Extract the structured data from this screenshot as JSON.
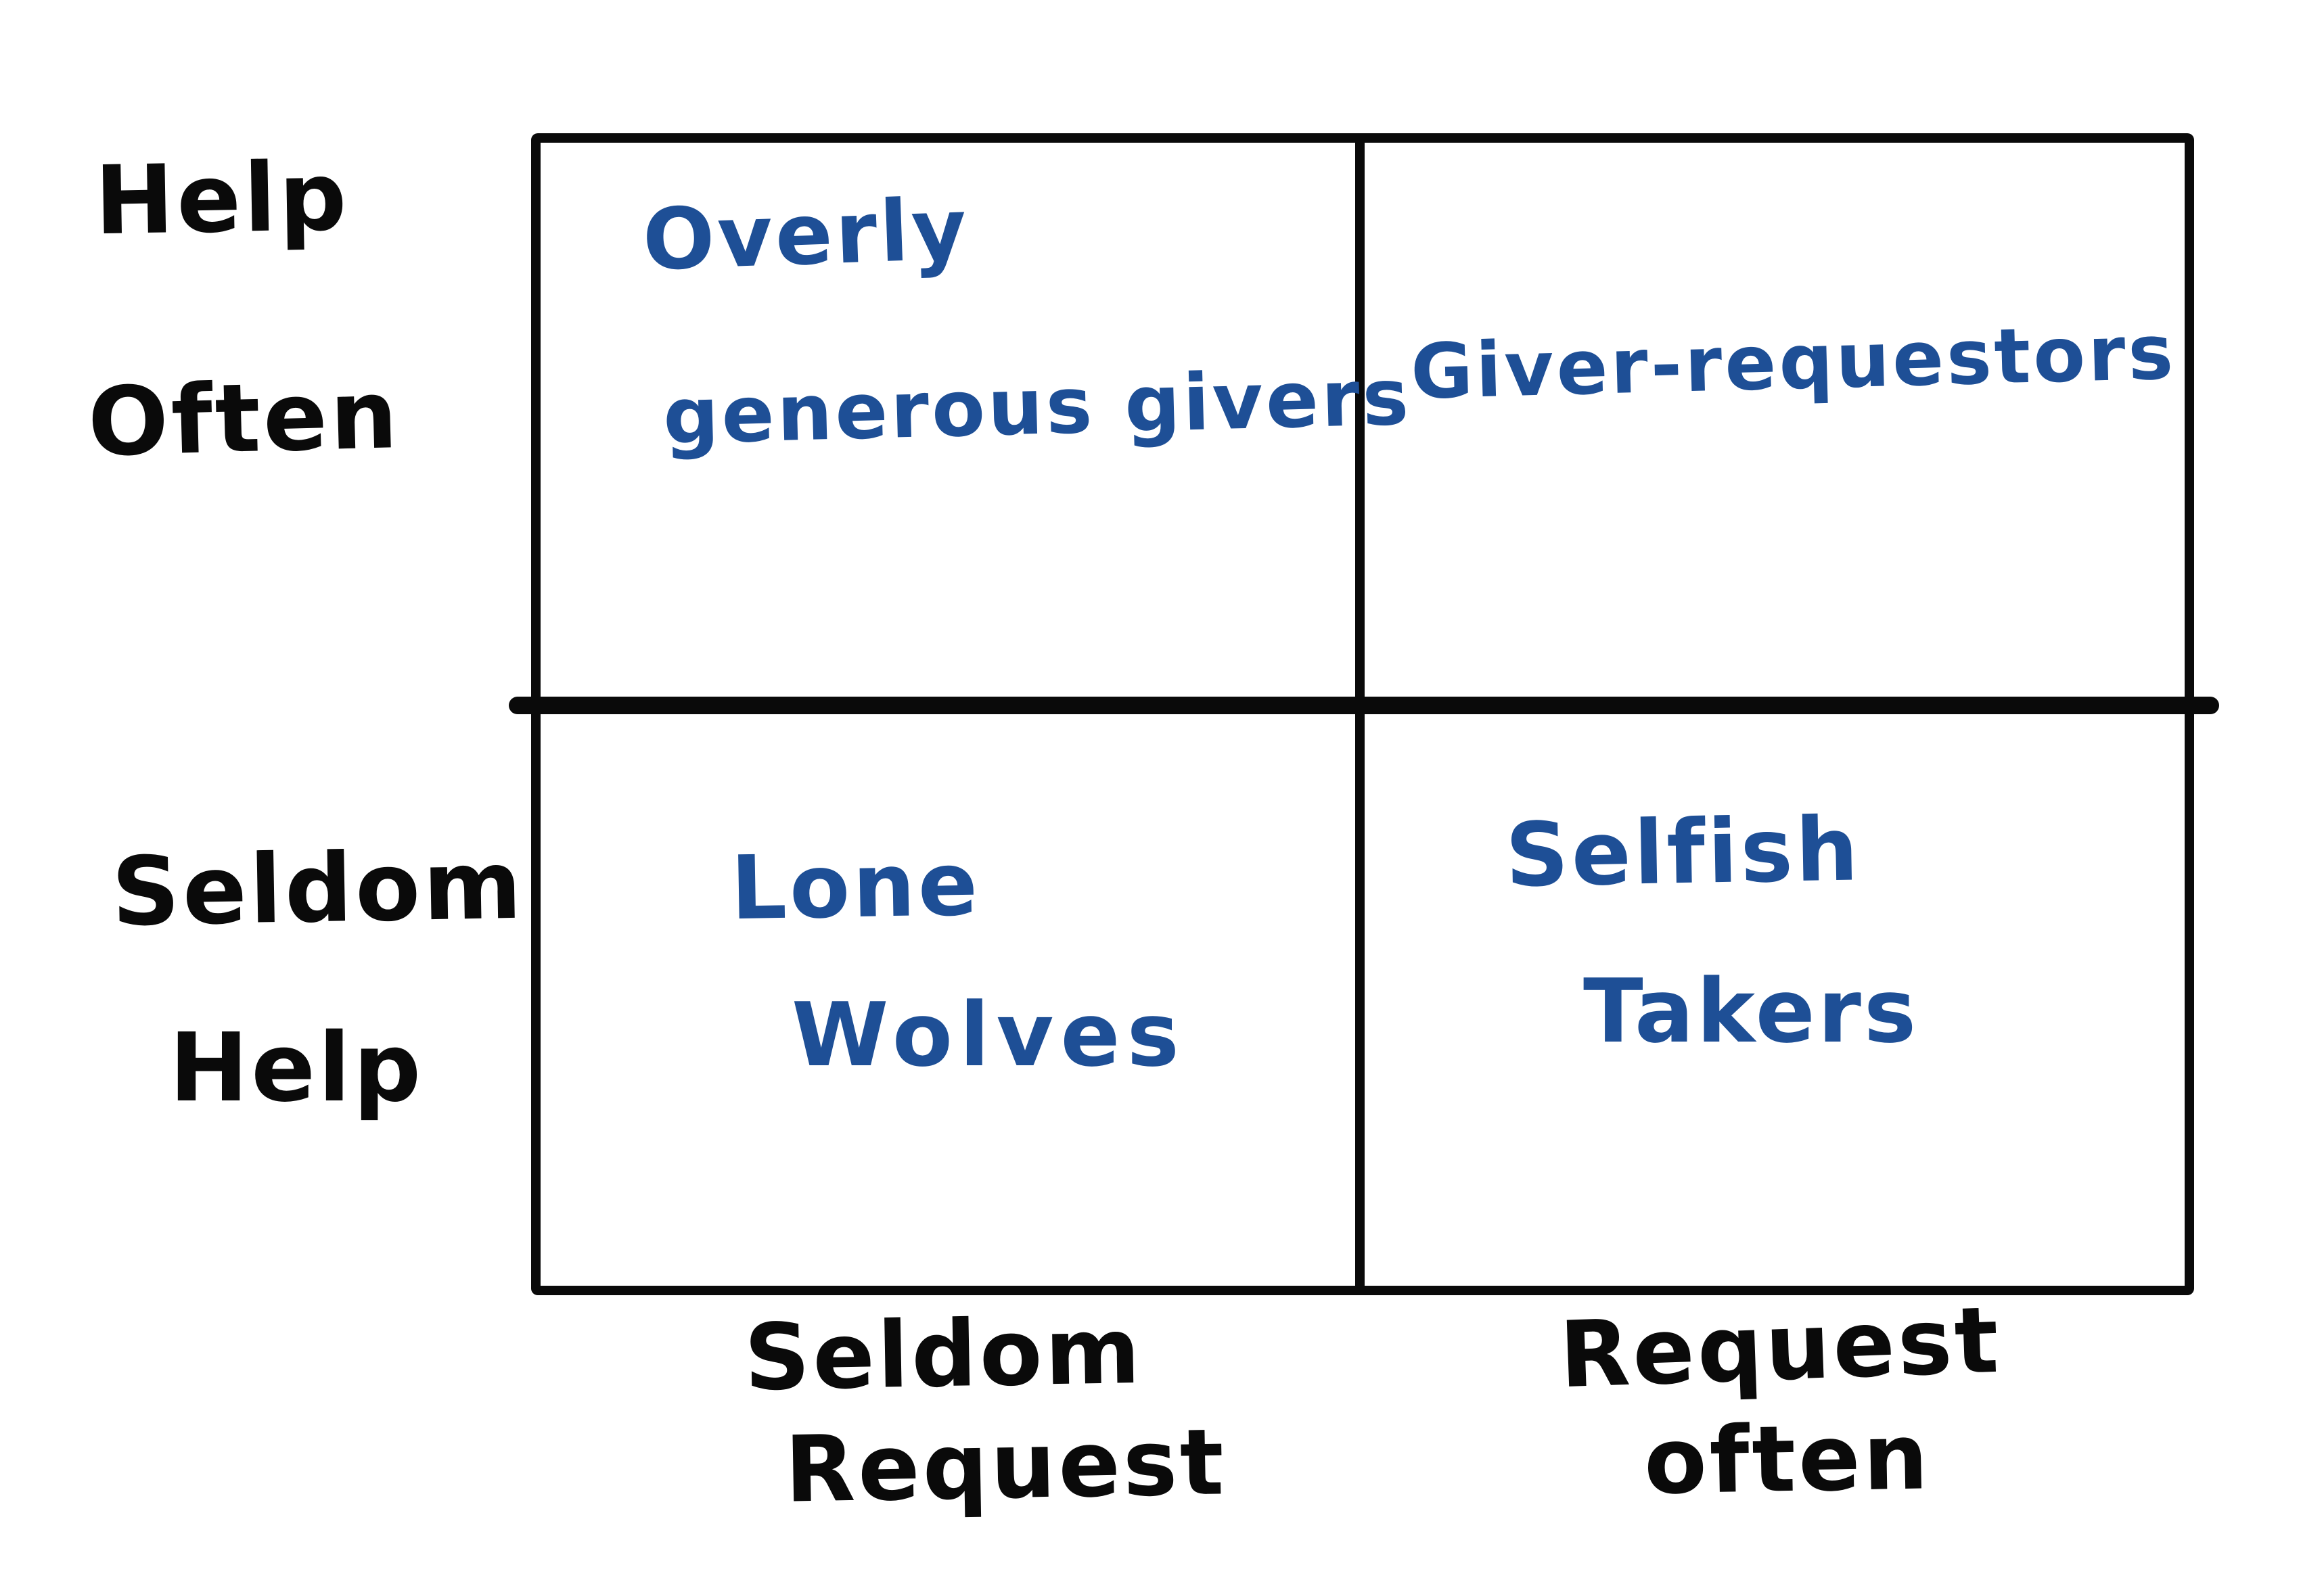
{
  "diagram": {
    "type": "2x2-matrix",
    "colors": {
      "axis_ink": "#0a0a0a",
      "quadrant_ink": "#1e4f96",
      "background": "#ffffff"
    },
    "y_axis": {
      "top_label": {
        "line1": "Help",
        "line2": "Often"
      },
      "bottom_label": {
        "line1": "Seldom",
        "line2": "Help"
      }
    },
    "x_axis": {
      "left_label": {
        "line1": "Seldom",
        "line2": "Request"
      },
      "right_label": {
        "line1": "Request",
        "line2": "often"
      }
    },
    "quadrants": {
      "top_left": {
        "line1": "Overly",
        "line2": "generous givers"
      },
      "top_right": {
        "line1": "Giver-requestors"
      },
      "bottom_left": {
        "line1": "Lone",
        "line2": "Wolves"
      },
      "bottom_right": {
        "line1": "Selfish",
        "line2": "Takers"
      }
    }
  }
}
